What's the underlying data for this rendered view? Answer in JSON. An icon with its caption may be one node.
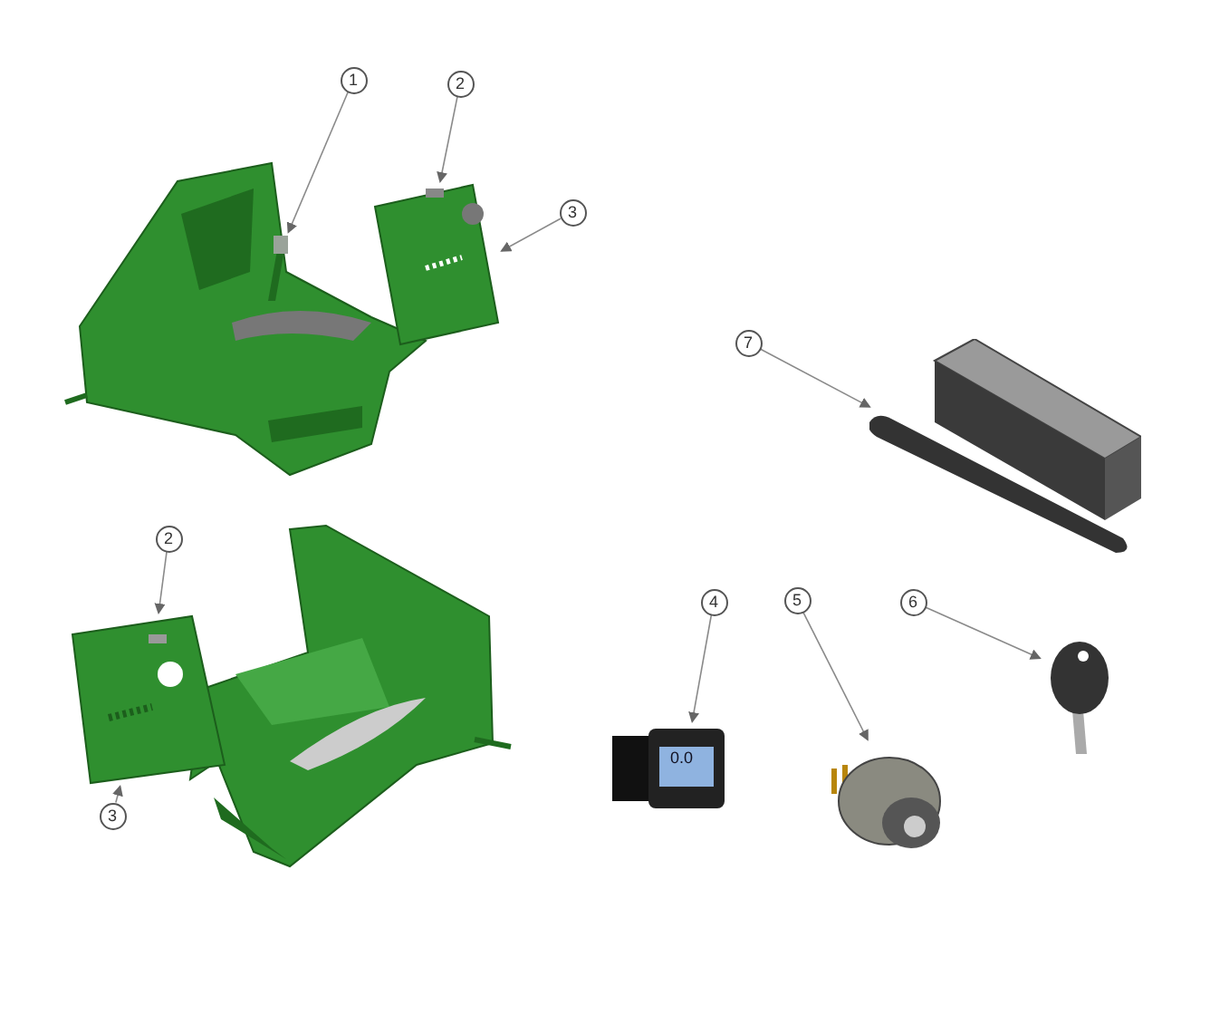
{
  "diagram": {
    "nodes": [
      {
        "text": [
          "1"
        ]
      },
      {
        "text": [
          "2"
        ]
      },
      {
        "text": [
          "3"
        ]
      },
      {
        "text": [],
        "shape": "picture"
      },
      {
        "text": [],
        "shape": "picture"
      },
      {
        "text": [
          "2"
        ]
      },
      {
        "text": [
          "3"
        ]
      },
      {
        "text": [],
        "shape": "picture"
      },
      {
        "text": [
          "7"
        ]
      },
      {
        "text": [],
        "shape": "picture"
      },
      {
        "text": [
          "4"
        ]
      },
      {
        "text": [
          "5"
        ]
      },
      {
        "text": [
          "6"
        ]
      },
      {
        "text": [],
        "shape": "picture"
      },
      {
        "text": [],
        "shape": "picture"
      },
      {
        "text": [],
        "shape": "picture"
      }
    ],
    "edges": [
      {
        "from": 0,
        "to": 3,
        "arrow": "to"
      },
      {
        "from": 1,
        "to": 4,
        "arrow": "to"
      },
      {
        "from": 2,
        "to": 4,
        "arrow": "to"
      },
      {
        "from": 5,
        "to": 7,
        "arrow": "to"
      },
      {
        "from": 6,
        "to": 7,
        "arrow": "to"
      },
      {
        "from": 8,
        "to": 9,
        "arrow": "to"
      },
      {
        "from": 10,
        "to": 13,
        "arrow": "to"
      },
      {
        "from": 11,
        "to": 14,
        "arrow": "to"
      },
      {
        "from": 12,
        "to": 15,
        "arrow": "to"
      }
    ],
    "labels": [
      "0.0"
    ]
  }
}
